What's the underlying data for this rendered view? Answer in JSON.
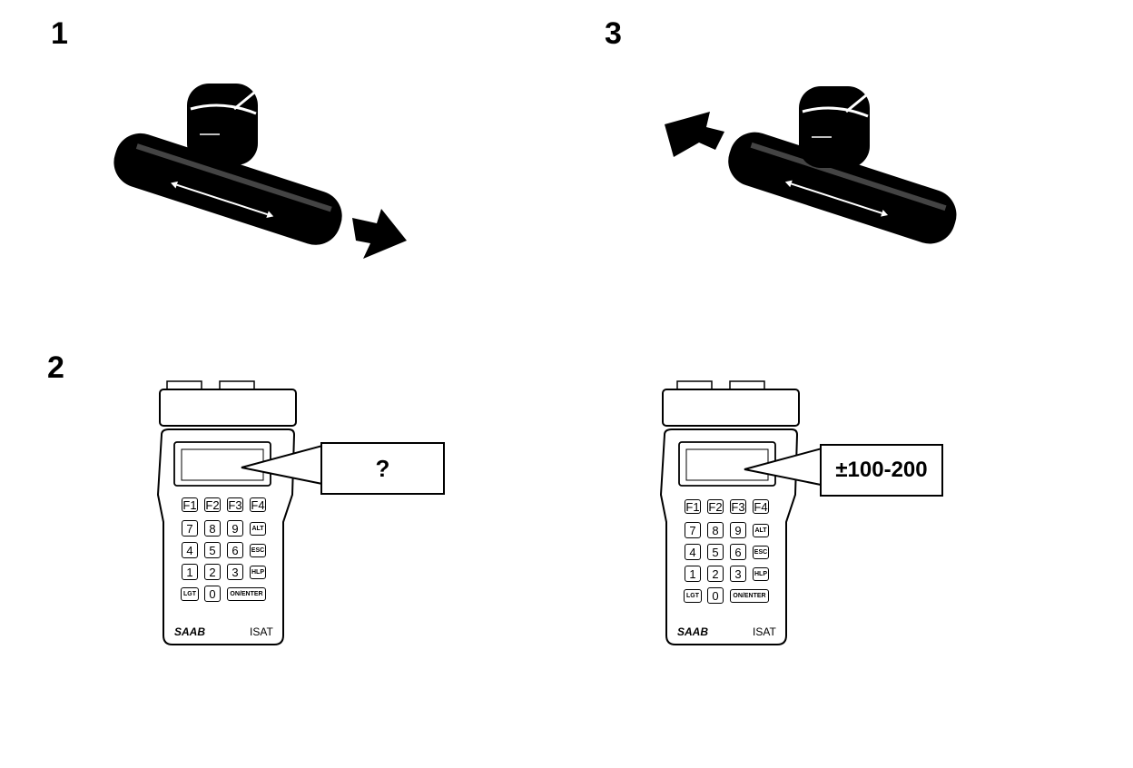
{
  "steps": {
    "s1": "1",
    "s2": "2",
    "s3": "3"
  },
  "tool_left": {
    "readout": "?",
    "brand": "SAAB",
    "model": "ISAT",
    "keys": {
      "f1": "F1",
      "f2": "F2",
      "f3": "F3",
      "f4": "F4",
      "k7": "7",
      "k8": "8",
      "k9": "9",
      "alt": "ALT",
      "k4": "4",
      "k5": "5",
      "k6": "6",
      "esc": "ESC",
      "k1": "1",
      "k2": "2",
      "k3": "3",
      "hlp": "HLP",
      "lgt": "LGT",
      "k0": "0",
      "enter": "ON/ENTER"
    }
  },
  "tool_right": {
    "readout": "±100-200",
    "brand": "SAAB",
    "model": "ISAT",
    "keys": {
      "f1": "F1",
      "f2": "F2",
      "f3": "F3",
      "f4": "F4",
      "k7": "7",
      "k8": "8",
      "k9": "9",
      "alt": "ALT",
      "k4": "4",
      "k5": "5",
      "k6": "6",
      "esc": "ESC",
      "k1": "1",
      "k2": "2",
      "k3": "3",
      "hlp": "HLP",
      "lgt": "LGT",
      "k0": "0",
      "enter": "ON/ENTER"
    }
  },
  "icons": {
    "sensor_left": "seat-sensor-icon",
    "sensor_right": "seat-sensor-icon",
    "arrow_right": "arrow-right-icon",
    "arrow_left": "arrow-left-icon"
  }
}
